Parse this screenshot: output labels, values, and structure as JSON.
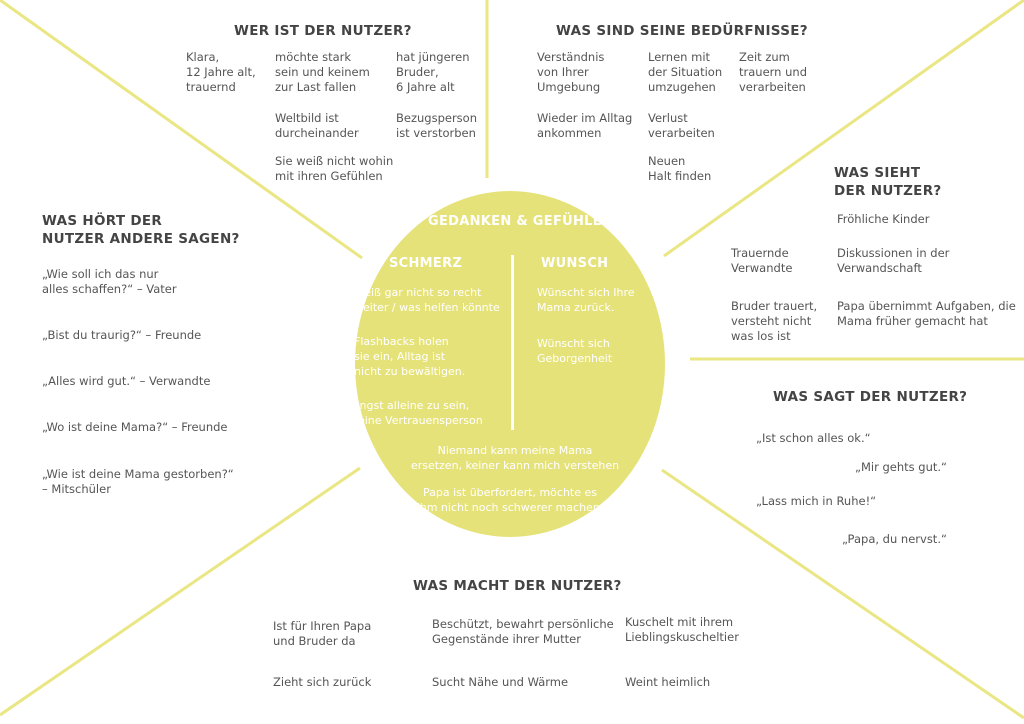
{
  "colors": {
    "accent": "#e6e27a",
    "lines": "#e9e683",
    "text": "#555555",
    "heading": "#444444"
  },
  "who": {
    "title": "WER IST DER NUTZER?",
    "items": [
      "Klara,\n12 Jahre alt,\ntrauernd",
      "möchte stark\nsein und keinem\nzur Last fallen",
      "hat jüngeren\nBruder,\n6 Jahre alt",
      "Weltbild ist\ndurcheinander",
      "Bezugsperson\nist verstorben",
      "Sie weiß nicht wohin\nmit ihren Gefühlen"
    ]
  },
  "needs": {
    "title": "WAS SIND SEINE BEDÜRFNISSE?",
    "items": [
      "Verständnis\nvon Ihrer\nUmgebung",
      "Lernen mit\nder Situation\numzugehen",
      "Zeit zum\ntrauern und\nverarbeiten",
      "Wieder im Alltag\nankommen",
      "Verlust\nverarbeiten",
      "Neuen\nHalt finden"
    ]
  },
  "sees": {
    "title": "WAS SIEHT\nDER NUTZER?",
    "items": [
      "Fröhliche Kinder",
      "Trauernde\nVerwandte",
      "Diskussionen in der\nVerwandschaft",
      "Bruder trauert,\nversteht nicht\nwas los ist",
      "Papa übernimmt Aufgaben, die\nMama früher gemacht hat"
    ]
  },
  "hears": {
    "title": "WAS HÖRT DER\nNUTZER ANDERE SAGEN?",
    "items": [
      "„Wie soll ich das nur\n alles schaffen?“ – Vater",
      "„Bist du traurig?“ – Freunde",
      "„Alles wird gut.“ – Verwandte",
      "„Wo ist deine Mama?“ – Freunde",
      "„Wie ist deine Mama gestorben?“\n– Mitschüler"
    ]
  },
  "says": {
    "title": "WAS SAGT DER NUTZER?",
    "items": [
      "„Ist schon alles ok.“",
      "„Mir gehts gut.“",
      "„Lass mich in Ruhe!“",
      "„Papa, du nervst.“"
    ]
  },
  "does": {
    "title": "WAS MACHT DER NUTZER?",
    "items": [
      "Ist für Ihren Papa\nund Bruder da",
      "Beschützt, bewahrt persönliche\nGegenstände ihrer Mutter",
      "Kuschelt mit ihrem\nLieblingskuscheltier",
      "Zieht sich zurück",
      "Sucht Nähe und Wärme",
      "Weint heimlich"
    ]
  },
  "center": {
    "title": "GEDANKEN & GEFÜHLE",
    "pain_title": "SCHMERZ",
    "pain": [
      "Weiß gar nicht so recht\nweiter / was helfen könnte",
      "Flashbacks holen\nsie ein,  Alltag ist\nnicht zu bewältigen.",
      "Angst alleine zu sein,\nkeine Vertrauensperson"
    ],
    "wish_title": "WUNSCH",
    "wish": [
      "Wünscht sich Ihre\nMama zurück.",
      "Wünscht sich\nGeborgenheit"
    ],
    "bottom": [
      "Niemand kann meine Mama\nersetzen, keiner kann mich verstehen",
      "Papa ist überfordert, möchte es\nihm nicht noch schwerer machen."
    ]
  }
}
